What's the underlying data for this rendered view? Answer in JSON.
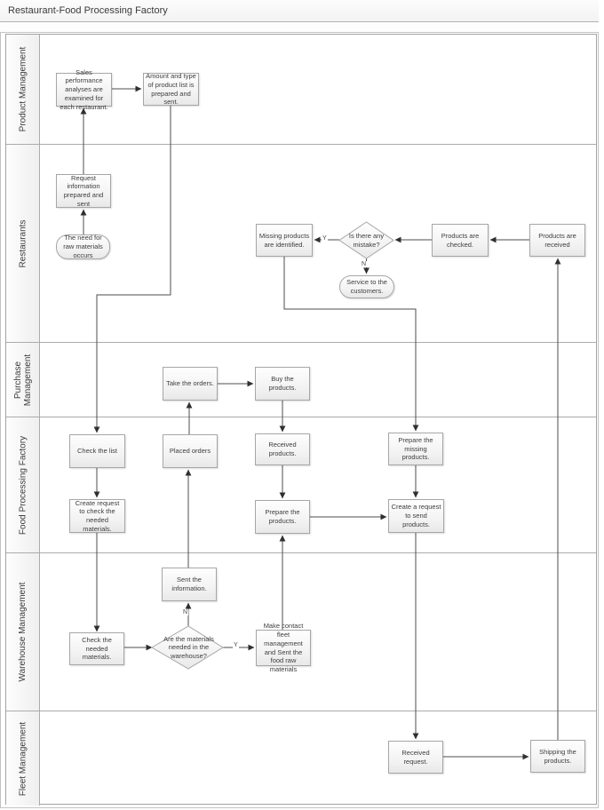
{
  "title": "Restaurant-Food Processing Factory",
  "lanes": [
    {
      "label": "Product Management"
    },
    {
      "label": "Restaurants"
    },
    {
      "label": "Purchase Management"
    },
    {
      "label": "Food Processing Factory"
    },
    {
      "label": "Warehouse Management"
    },
    {
      "label": "Fleet Management"
    }
  ],
  "nodes": {
    "sales_analysis": {
      "text": "Sales performance analyses are examined for each restaurant.",
      "shape": "process",
      "lane": "Product Management"
    },
    "amount_type": {
      "text": "Amount and type of product list is prepared and sent.",
      "shape": "process",
      "lane": "Product Management"
    },
    "request_info": {
      "text": "Request information prepared and sent",
      "shape": "process",
      "lane": "Restaurants"
    },
    "need_raw": {
      "text": "The need for raw materials occurs",
      "shape": "terminal",
      "lane": "Restaurants"
    },
    "missing_products": {
      "text": "Missing products are identified.",
      "shape": "process",
      "lane": "Restaurants"
    },
    "mistake_decision": {
      "text": "Is there any mistake?",
      "shape": "decision",
      "lane": "Restaurants"
    },
    "products_checked": {
      "text": "Products are checked.",
      "shape": "process",
      "lane": "Restaurants"
    },
    "products_received": {
      "text": "Products are received",
      "shape": "process",
      "lane": "Restaurants"
    },
    "service_customers": {
      "text": "Service to the customers.",
      "shape": "terminal",
      "lane": "Restaurants"
    },
    "take_orders": {
      "text": "Take the orders.",
      "shape": "process",
      "lane": "Purchase Management"
    },
    "buy_products": {
      "text": "Buy the products.",
      "shape": "process",
      "lane": "Purchase Management"
    },
    "check_list": {
      "text": "Check the list",
      "shape": "process",
      "lane": "Food Processing Factory"
    },
    "placed_orders": {
      "text": "Placed orders",
      "shape": "process",
      "lane": "Food Processing Factory"
    },
    "received_products": {
      "text": "Received products.",
      "shape": "process",
      "lane": "Food Processing Factory"
    },
    "create_request_check": {
      "text": "Create request to check the needed materials.",
      "shape": "process",
      "lane": "Food Processing Factory"
    },
    "prepare_products": {
      "text": "Prepare the products.",
      "shape": "process",
      "lane": "Food Processing Factory"
    },
    "prepare_missing": {
      "text": "Prepare the missing products.",
      "shape": "process",
      "lane": "Food Processing Factory"
    },
    "create_request_send": {
      "text": "Create a request to send products.",
      "shape": "process",
      "lane": "Food Processing Factory"
    },
    "sent_information": {
      "text": "Sent the information.",
      "shape": "process",
      "lane": "Warehouse Management"
    },
    "check_needed": {
      "text": "Check the needed materials.",
      "shape": "process",
      "lane": "Warehouse Management"
    },
    "warehouse_decision": {
      "text": "Are the materials needed in the warehouse?",
      "shape": "decision",
      "lane": "Warehouse Management"
    },
    "contact_fleet": {
      "text": "Make contact fleet management and Sent the food raw materials",
      "shape": "process",
      "lane": "Warehouse Management"
    },
    "received_request": {
      "text": "Received request.",
      "shape": "process",
      "lane": "Fleet Management"
    },
    "shipping": {
      "text": "Shipping the products.",
      "shape": "process",
      "lane": "Fleet Management"
    }
  },
  "edge_labels": {
    "mistake_yes": "Y",
    "mistake_no": "N",
    "warehouse_no": "N",
    "warehouse_yes": "Y"
  },
  "edges": [
    {
      "from": "need_raw",
      "to": "request_info"
    },
    {
      "from": "request_info",
      "to": "sales_analysis"
    },
    {
      "from": "sales_analysis",
      "to": "amount_type"
    },
    {
      "from": "amount_type",
      "to": "check_list"
    },
    {
      "from": "check_list",
      "to": "create_request_check"
    },
    {
      "from": "create_request_check",
      "to": "check_needed"
    },
    {
      "from": "check_needed",
      "to": "warehouse_decision"
    },
    {
      "from": "warehouse_decision",
      "to": "sent_information",
      "label": "N"
    },
    {
      "from": "warehouse_decision",
      "to": "contact_fleet",
      "label": "Y"
    },
    {
      "from": "sent_information",
      "to": "placed_orders"
    },
    {
      "from": "placed_orders",
      "to": "take_orders"
    },
    {
      "from": "take_orders",
      "to": "buy_products"
    },
    {
      "from": "buy_products",
      "to": "received_products"
    },
    {
      "from": "received_products",
      "to": "prepare_products"
    },
    {
      "from": "contact_fleet",
      "to": "prepare_products"
    },
    {
      "from": "prepare_products",
      "to": "create_request_send"
    },
    {
      "from": "prepare_missing",
      "to": "create_request_send"
    },
    {
      "from": "create_request_send",
      "to": "received_request"
    },
    {
      "from": "received_request",
      "to": "shipping"
    },
    {
      "from": "shipping",
      "to": "products_received"
    },
    {
      "from": "products_received",
      "to": "products_checked"
    },
    {
      "from": "products_checked",
      "to": "mistake_decision"
    },
    {
      "from": "mistake_decision",
      "to": "missing_products",
      "label": "Y"
    },
    {
      "from": "mistake_decision",
      "to": "service_customers",
      "label": "N"
    },
    {
      "from": "missing_products",
      "to": "prepare_missing"
    }
  ]
}
